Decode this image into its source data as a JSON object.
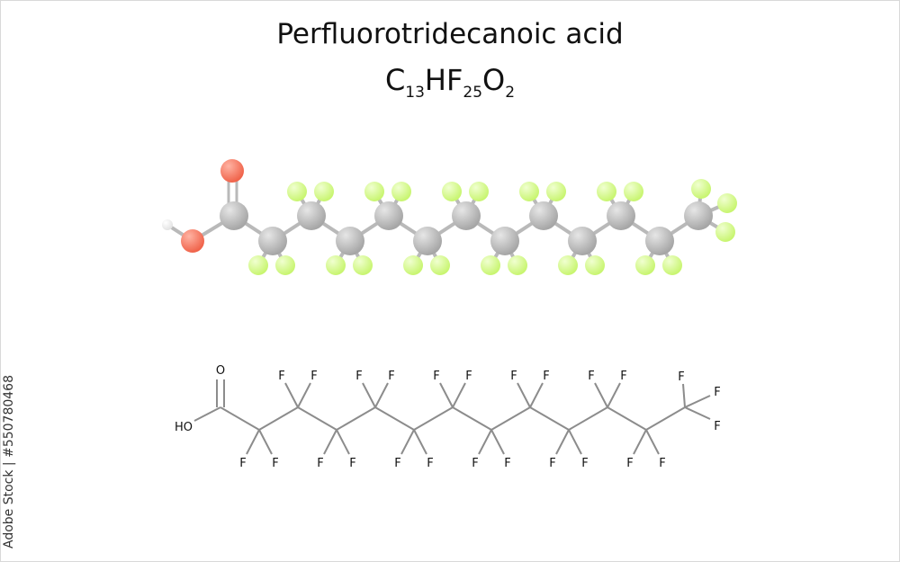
{
  "title": "Perfluorotridecanoic acid",
  "formula": {
    "c": "C",
    "c_sub": "13",
    "h": "H",
    "f": "F",
    "f_sub": "25",
    "o": "O",
    "o_sub": "2"
  },
  "stock_id": "Adobe Stock | #550780468",
  "labels": {
    "oxygen": "O",
    "hydroxyl": "HO",
    "fluorine": "F"
  },
  "colors": {
    "carbon": "#a6a6a6",
    "oxygen": "#f0634a",
    "fluorine": "#c8f570",
    "hydrogen": "#e3e3e3",
    "bond": "#b9b9b9",
    "skeletal_bond": "#8c8c8c"
  }
}
